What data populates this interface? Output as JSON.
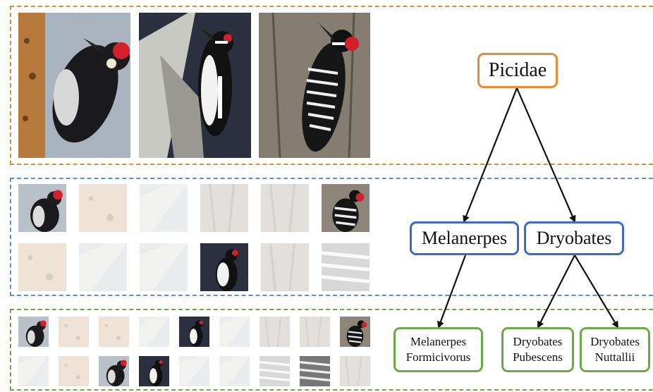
{
  "taxonomy": {
    "family": {
      "label": "Picidae"
    },
    "genera": [
      {
        "label": "Melanerpes"
      },
      {
        "label": "Dryobates"
      }
    ],
    "species": [
      {
        "line1": "Melanerpes",
        "line2": "Formicivorus"
      },
      {
        "line1": "Dryobates",
        "line2": "Pubescens"
      },
      {
        "line1": "Dryobates",
        "line2": "Nuttallii"
      }
    ]
  },
  "colors": {
    "family": "#e88a3a",
    "genus": "#3f69c4",
    "species": "#6aab45",
    "edge": "#111111"
  },
  "images": {
    "top_row": [
      "acorn-woodpecker-photo",
      "downy-woodpecker-photo",
      "nuttalls-woodpecker-photo"
    ],
    "genus_grid": "woodpecker-patches-6x2",
    "species_grid": "woodpecker-patches-9x2"
  }
}
